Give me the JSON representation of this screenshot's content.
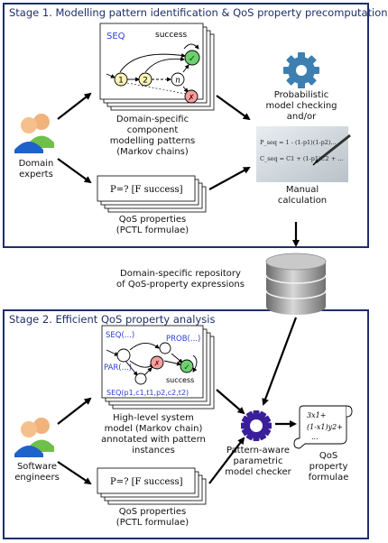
{
  "stage1": {
    "title": "Stage 1. Modelling pattern identification & QoS property precomputation",
    "experts_label_1": "Domain",
    "experts_label_2": "experts",
    "seq_label": "SEQ",
    "success_label": "success",
    "node_1": "1",
    "node_2": "2",
    "node_n": "n",
    "patterns_caption_1": "Domain-specific",
    "patterns_caption_2": "component",
    "patterns_caption_3": "modelling patterns",
    "patterns_caption_4": "(Markov chains)",
    "qos_formula": "P=? [F success]",
    "qos_caption_1": "QoS properties",
    "qos_caption_2": "(PCTL formulae)",
    "checker_caption_1": "Probabilistic",
    "checker_caption_2": "model checking",
    "checker_caption_3": "and/or",
    "manual_caption_1": "Manual",
    "manual_caption_2": "calculation",
    "equation_line_1": "P_seq = 1 - (1-p1)(1-p2)...",
    "equation_line_2": "C_seq = C1 + (1-p1)C2 + ..."
  },
  "repository": {
    "caption_1": "Domain-specific repository",
    "caption_2": "of QoS-property expressions"
  },
  "stage2": {
    "title": "Stage 2. Efficient QoS property analysis",
    "engineers_label_1": "Software",
    "engineers_label_2": "engineers",
    "seq_pattern": "SEQ(...)",
    "prob_pattern": "PROB(...)",
    "par_pattern": "PAR(...)",
    "success_label": "success",
    "seq_params": "SEQ(p1,c1,t1,p2,c2,t2)",
    "model_caption_1": "High-level system",
    "model_caption_2": "model (Markov chain)",
    "model_caption_3": "annotated with pattern",
    "model_caption_4": "instances",
    "qos_formula": "P=? [F success]",
    "qos_caption_1": "QoS properties",
    "qos_caption_2": "(PCTL formulae)",
    "checker_caption_1": "Pattern-aware",
    "checker_caption_2": "parametric",
    "checker_caption_3": "model checker",
    "formula_line_1": "3x1+",
    "formula_line_2": "(1-x1)y2+",
    "formula_line_3": "...",
    "result_caption_1": "QoS",
    "result_caption_2": "property",
    "result_caption_3": "formulae"
  },
  "colors": {
    "frame": "#1f2f6b",
    "accent_blue": "#2b3fd1",
    "gear_stage1": "#3d7fb0",
    "gear_stage2": "#3a1f9a",
    "success_green": "#6fcf6f",
    "fail_red": "#f0a0a0",
    "node_yellow": "#fbf3b6"
  }
}
